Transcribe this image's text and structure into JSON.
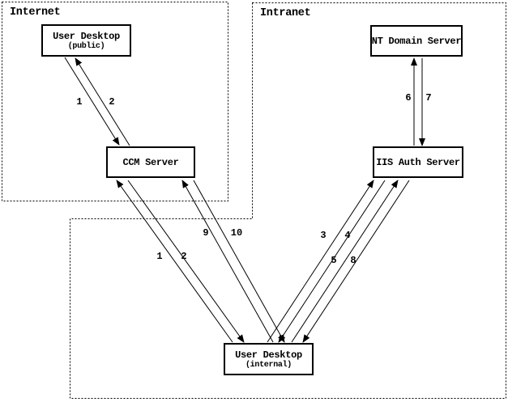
{
  "diagram_title": "CCM / IIS authentication flow diagram",
  "colors": {
    "line": "#000000",
    "background": "#ffffff"
  },
  "zones": {
    "internet": {
      "label": "Internet"
    },
    "intranet": {
      "label": "Intranet"
    }
  },
  "nodes": {
    "ud_public": {
      "title": "User Desktop",
      "subtitle": "(public)"
    },
    "ccm": {
      "title": "CCM Server"
    },
    "nt_domain": {
      "title": "NT Domain Server"
    },
    "iis_auth": {
      "title": "IIS Auth Server"
    },
    "ud_internal": {
      "title": "User Desktop",
      "subtitle": "(internal)"
    }
  },
  "edges": [
    {
      "label": "1",
      "from": "User Desktop (public)",
      "to": "CCM Server"
    },
    {
      "label": "2",
      "from": "CCM Server",
      "to": "User Desktop (public)"
    },
    {
      "label": "1",
      "from": "User Desktop (internal)",
      "to": "CCM Server"
    },
    {
      "label": "2",
      "from": "CCM Server",
      "to": "User Desktop (internal)"
    },
    {
      "label": "9",
      "from": "User Desktop (internal)",
      "to": "CCM Server"
    },
    {
      "label": "10",
      "from": "CCM Server",
      "to": "User Desktop (internal)"
    },
    {
      "label": "3",
      "from": "User Desktop (internal)",
      "to": "IIS Auth Server"
    },
    {
      "label": "4",
      "from": "IIS Auth Server",
      "to": "User Desktop (internal)"
    },
    {
      "label": "5",
      "from": "User Desktop (internal)",
      "to": "IIS Auth Server"
    },
    {
      "label": "8",
      "from": "IIS Auth Server",
      "to": "User Desktop (internal)"
    },
    {
      "label": "6",
      "from": "IIS Auth Server",
      "to": "NT Domain Server"
    },
    {
      "label": "7",
      "from": "NT Domain Server",
      "to": "IIS Auth Server"
    }
  ]
}
